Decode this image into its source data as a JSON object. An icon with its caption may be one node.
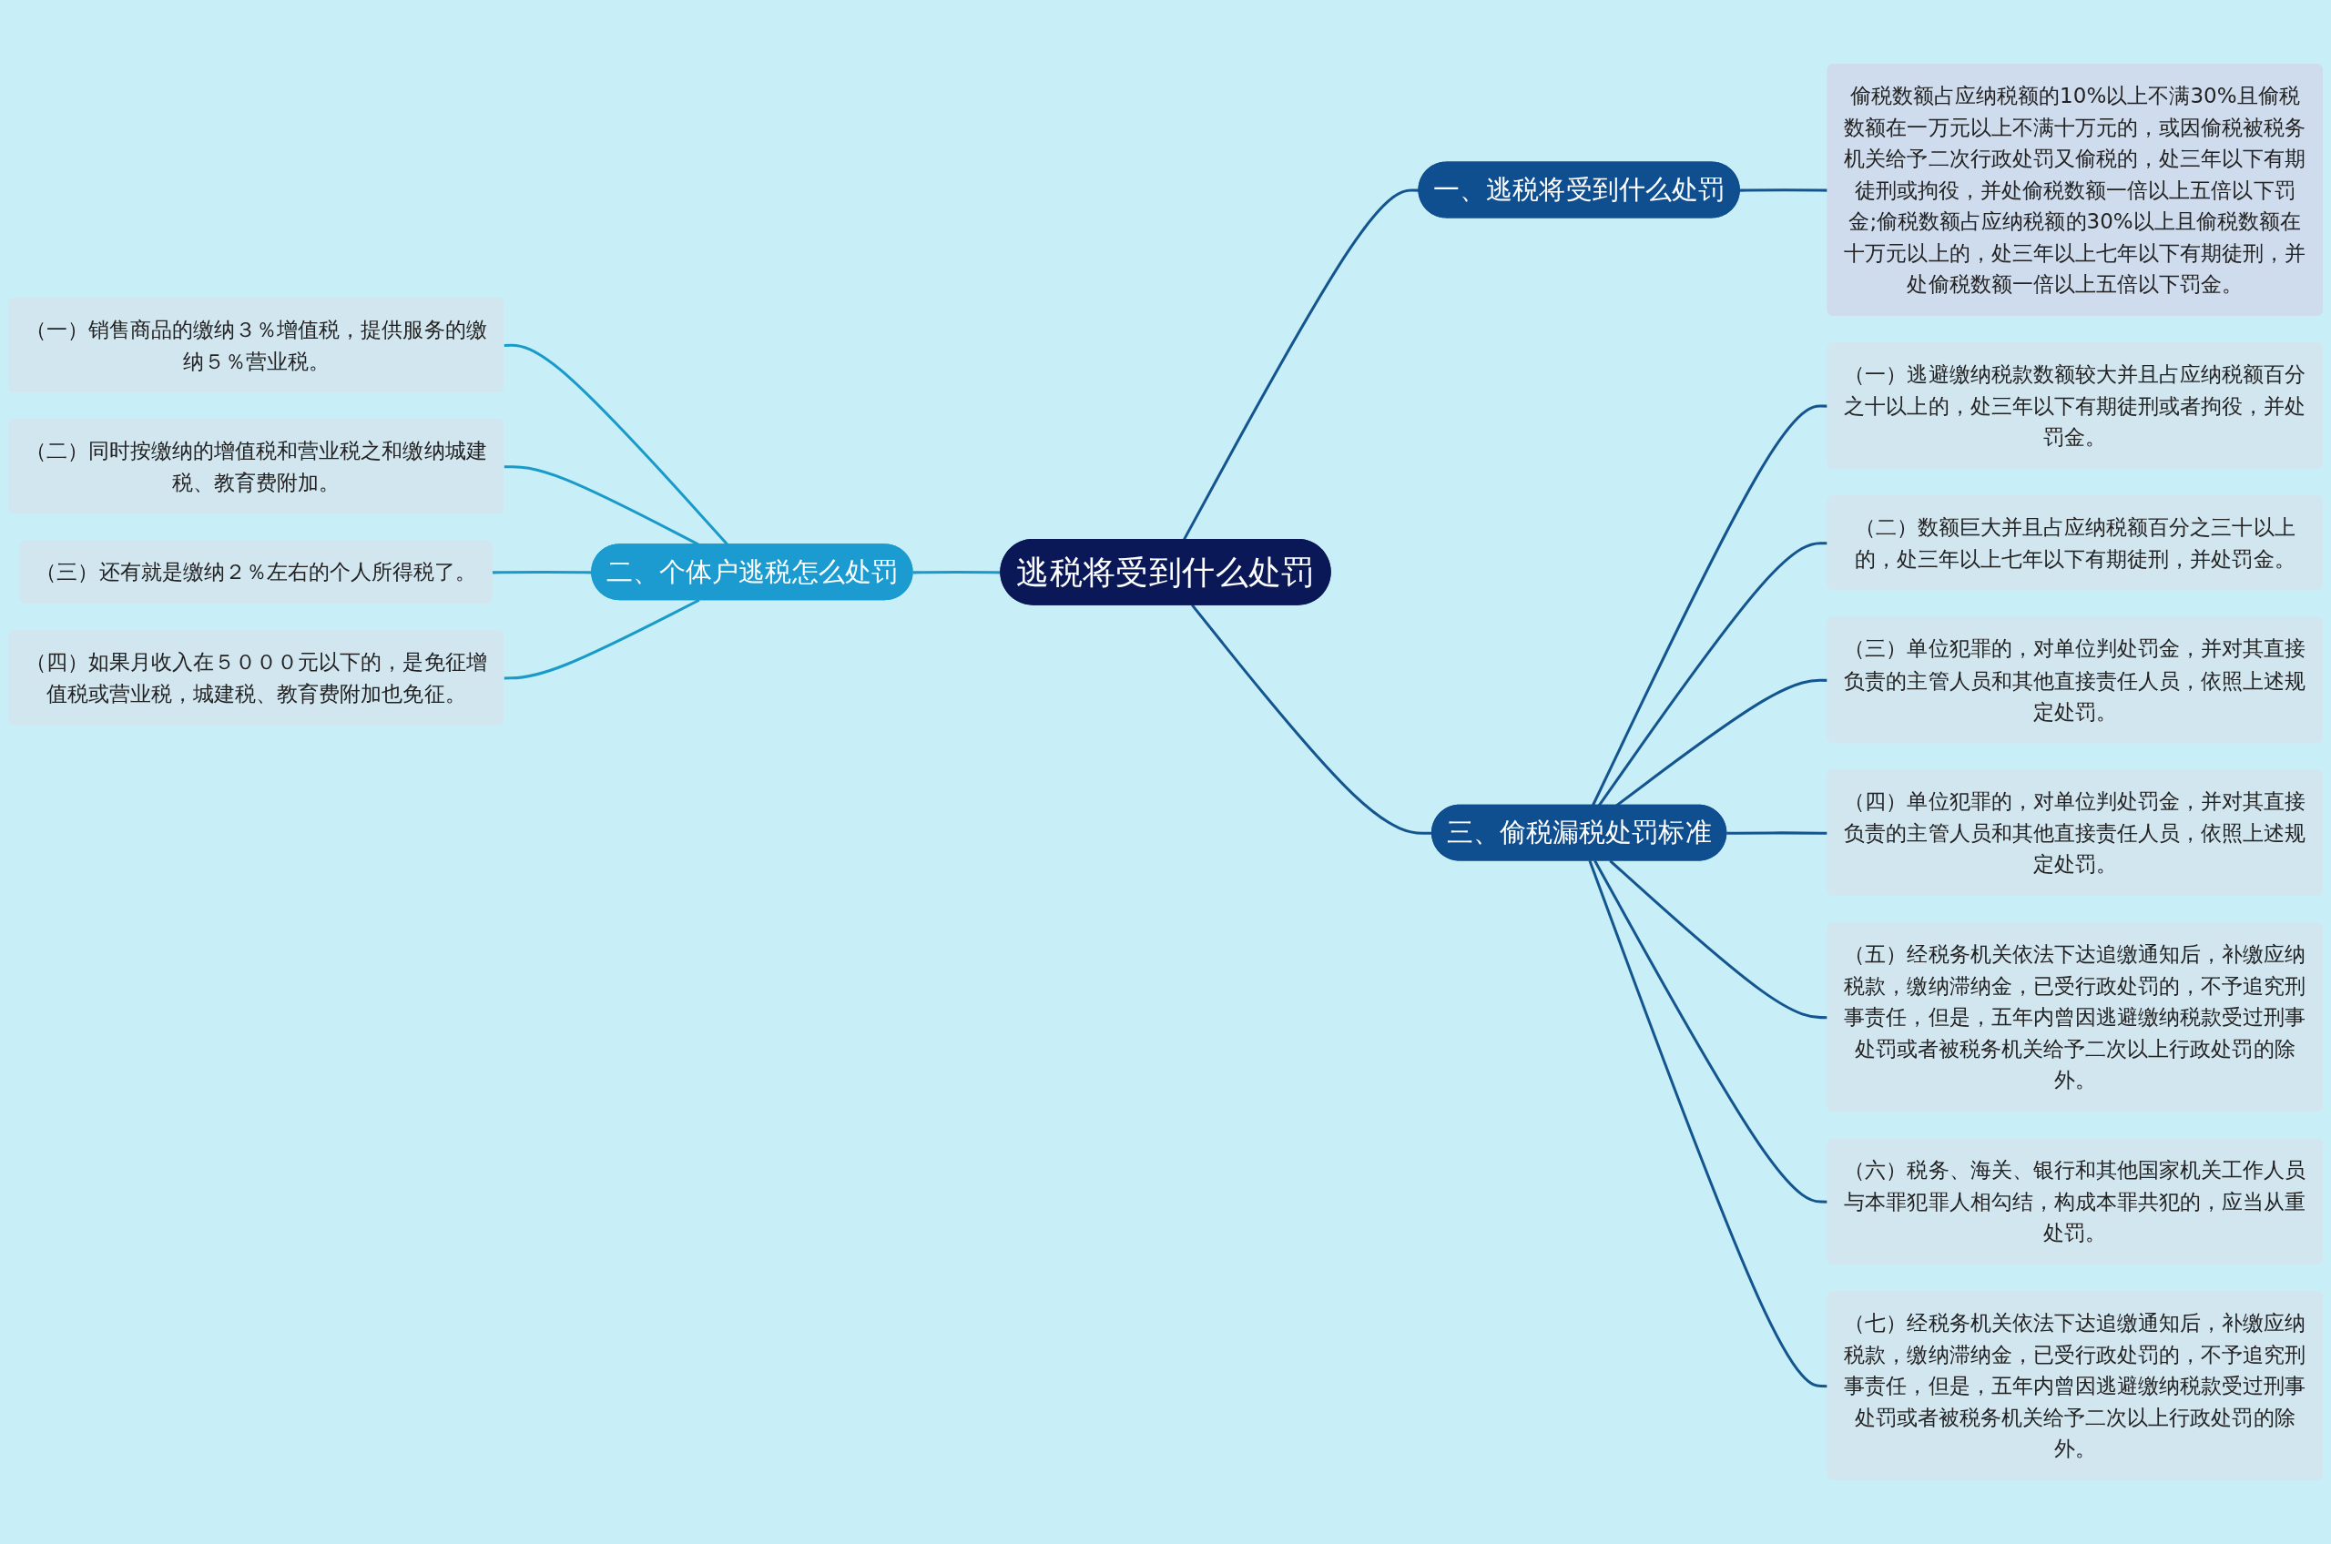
{
  "diagram": {
    "nodes": [
      {
        "text": [
          "逃税将受到什么处罚"
        ]
      },
      {
        "text": [
          "一、逃税将受到什么处罚"
        ]
      },
      {
        "text": [
          "偷税数额占应纳税额的10%以上不满30%且偷税数额在一万元以上不满十万元的，或因偷税被税务机关给予二次行政处罚又偷税的，处三年以下有期徒刑或拘役，并处偷税数额一倍以上五倍以下罚金;偷税数额占应纳税额的30%以上且偷税数额在十万元以上的，处三年以上七年以下有期徒刑，并处偷税数额一倍以上五倍以下罚金。"
        ]
      },
      {
        "text": [
          "二、个体户逃税怎么处罚"
        ]
      },
      {
        "text": [
          "（一）销售商品的缴纳３％增值税，提供服务的缴纳５％营业税。"
        ]
      },
      {
        "text": [
          "（二）同时按缴纳的增值税和营业税之和缴纳城建税、教育费附加。"
        ]
      },
      {
        "text": [
          "（三）还有就是缴纳２％左右的个人所得税了。"
        ]
      },
      {
        "text": [
          "（四）如果月收入在５０００元以下的，是免征增值税或营业税，城建税、教育费附加也免征。"
        ]
      },
      {
        "text": [
          "三、偷税漏税处罚标准"
        ]
      },
      {
        "text": [
          "（一）逃避缴纳税款数额较大并且占应纳税额百分之十以上的，处三年以下有期徒刑或者拘役，并处罚金。"
        ]
      },
      {
        "text": [
          "（二）数额巨大并且占应纳税额百分之三十以上的，处三年以上七年以下有期徒刑，并处罚金。"
        ]
      },
      {
        "text": [
          "（三）单位犯罪的，对单位判处罚金，并对其直接负责的主管人员和其他直接责任人员，依照上述规定处罚。"
        ]
      },
      {
        "text": [
          "（四）单位犯罪的，对单位判处罚金，并对其直接负责的主管人员和其他直接责任人员，依照上述规定处罚。"
        ]
      },
      {
        "text": [
          "（五）经税务机关依法下达追缴通知后，补缴应纳税款，缴纳滞纳金，已受行政处罚的，不予追究刑事责任，但是，五年内曾因逃避缴纳税款受过刑事处罚或者被税务机关给予二次以上行政处罚的除外。"
        ]
      },
      {
        "text": [
          "（六）税务、海关、银行和其他国家机关工作人员与本罪犯罪人相勾结，构成本罪共犯的，应当从重处罚。"
        ]
      },
      {
        "text": [
          "（七）经税务机关依法下达追缴通知后，补缴应纳税款，缴纳滞纳金，已受行政处罚的，不予追究刑事责任，但是，五年内曾因逃避缴纳税款受过刑事处罚或者被税务机关给予二次以上行政处罚的除外。"
        ]
      }
    ],
    "edges": [
      {
        "from": 0,
        "to": 1,
        "arrow": "none"
      },
      {
        "from": 1,
        "to": 2,
        "arrow": "none"
      },
      {
        "from": 3,
        "to": 0,
        "arrow": "none",
        "color": "#1a9ac9"
      },
      {
        "from": 4,
        "to": 3,
        "arrow": "none",
        "color": "#1a9ac9"
      },
      {
        "from": 5,
        "to": 3,
        "arrow": "none",
        "color": "#1a9ac9"
      },
      {
        "from": 6,
        "to": 3,
        "arrow": "none",
        "color": "#1a9ac9"
      },
      {
        "from": 7,
        "to": 3,
        "arrow": "none",
        "color": "#1a9ac9"
      },
      {
        "from": 0,
        "to": 8,
        "arrow": "none"
      },
      {
        "from": 8,
        "to": 9,
        "arrow": "none"
      },
      {
        "from": 8,
        "to": 10,
        "arrow": "none"
      },
      {
        "from": 8,
        "to": 11,
        "arrow": "none"
      },
      {
        "from": 8,
        "to": 12,
        "arrow": "none"
      },
      {
        "from": 8,
        "to": 13,
        "arrow": "none"
      },
      {
        "from": 8,
        "to": 14,
        "arrow": "none"
      },
      {
        "from": 8,
        "to": 15,
        "arrow": "none"
      }
    ]
  }
}
